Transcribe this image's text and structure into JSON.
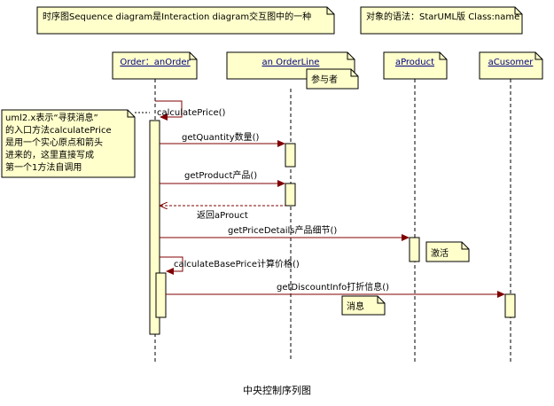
{
  "notes": {
    "top_left": "时序图Sequence diagram是Interaction diagram交互图中的一种",
    "top_right": "对象的语法：StarUML版 Class:name",
    "found_message": [
      "uml2.x表示“寻获消息”",
      "的入口方法calculatePrice",
      "是用一个实心原点和箭头",
      "进来的，这里直接写成",
      "第一个1方法自调用"
    ],
    "participant": "参与者",
    "activation": "激活",
    "message": "消息"
  },
  "lifelines": {
    "order": "Order：anOrder",
    "orderline": "an OrderLine",
    "product": "aProduct",
    "customer": "aCusomer"
  },
  "messages": {
    "calculate_price": "calculatePrice()",
    "get_quantity": "getQuantity数量()",
    "get_product": "getProduct产品()",
    "return_product": "返回aProuct",
    "get_price_details": "getPriceDetails产品细节()",
    "calculate_base_price": "calculateBasePrice计算价格()",
    "get_discount_info": "getDiscountInfo打折信息()"
  },
  "caption": "中央控制序列图",
  "colors": {
    "note_fill": "#ffffcc",
    "activation_fill": "#ffffcc",
    "lifeline_text": "#000080",
    "arrow": "#800000",
    "lifeline": "#000000"
  }
}
